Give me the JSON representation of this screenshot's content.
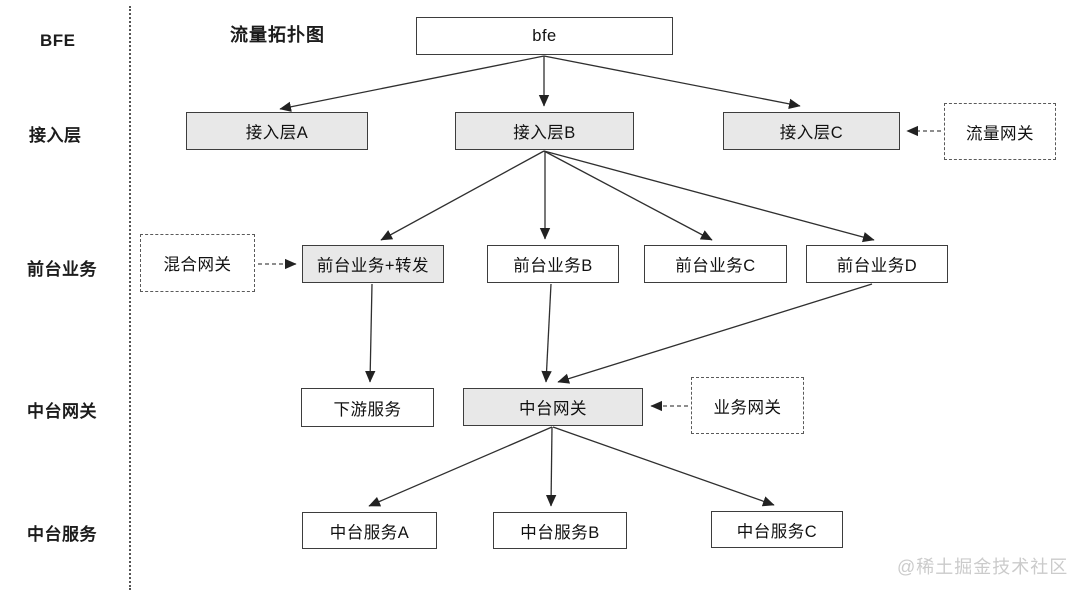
{
  "title": "流量拓扑图",
  "watermark": "@稀土掘金技术社区",
  "colors": {
    "node_fill_gray": "#e8e8e8",
    "node_fill_white": "#ffffff",
    "node_border": "#3d3d3d",
    "arrow": "#222222",
    "watermark": "#cbcbcb"
  },
  "row_labels": {
    "bfe": "BFE",
    "access": "接入层",
    "frontend": "前台业务",
    "mid_gateway": "中台网关",
    "mid_service": "中台服务"
  },
  "nodes": {
    "bfe": "bfe",
    "access_a": "接入层A",
    "access_b": "接入层B",
    "access_c": "接入层C",
    "traffic_gateway": "流量网关",
    "hybrid_gateway": "混合网关",
    "frontend_forward": "前台业务+转发",
    "frontend_b": "前台业务B",
    "frontend_c": "前台业务C",
    "frontend_d": "前台业务D",
    "downstream_service": "下游服务",
    "mid_gateway": "中台网关",
    "business_gateway": "业务网关",
    "mid_service_a": "中台服务A",
    "mid_service_b": "中台服务B",
    "mid_service_c": "中台服务C"
  }
}
